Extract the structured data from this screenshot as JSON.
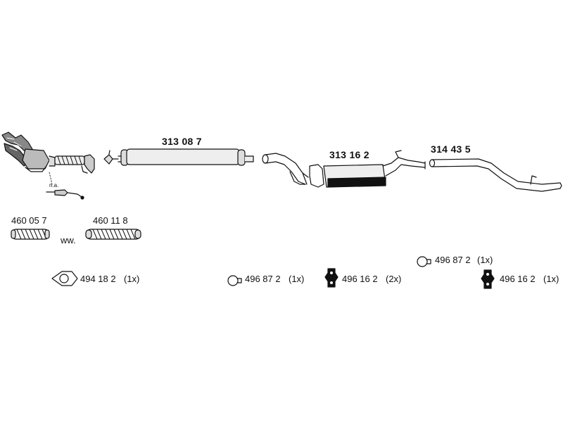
{
  "parts": {
    "front_pipe_note": "n.a.",
    "center_muffler": "313 08 7",
    "rear_muffler": "313 16 2",
    "tail_pipe": "314 43 5",
    "flex_pipe_a": "460 05 7",
    "flex_pipe_b": "460 11 8",
    "alt_marker": "ww."
  },
  "accessories": [
    {
      "part_no": "494 18 2",
      "qty": "(1x)",
      "icon": "gasket-icon"
    },
    {
      "part_no": "496 87 2",
      "qty": "(1x)",
      "icon": "clamp-ring-icon"
    },
    {
      "part_no": "496 16 2",
      "qty": "(2x)",
      "icon": "rubber-hanger-icon"
    },
    {
      "part_no": "496 87 2",
      "qty": "(1x)",
      "icon": "clamp-ring-icon"
    },
    {
      "part_no": "496 16 2",
      "qty": "(1x)",
      "icon": "rubber-hanger-icon"
    }
  ]
}
